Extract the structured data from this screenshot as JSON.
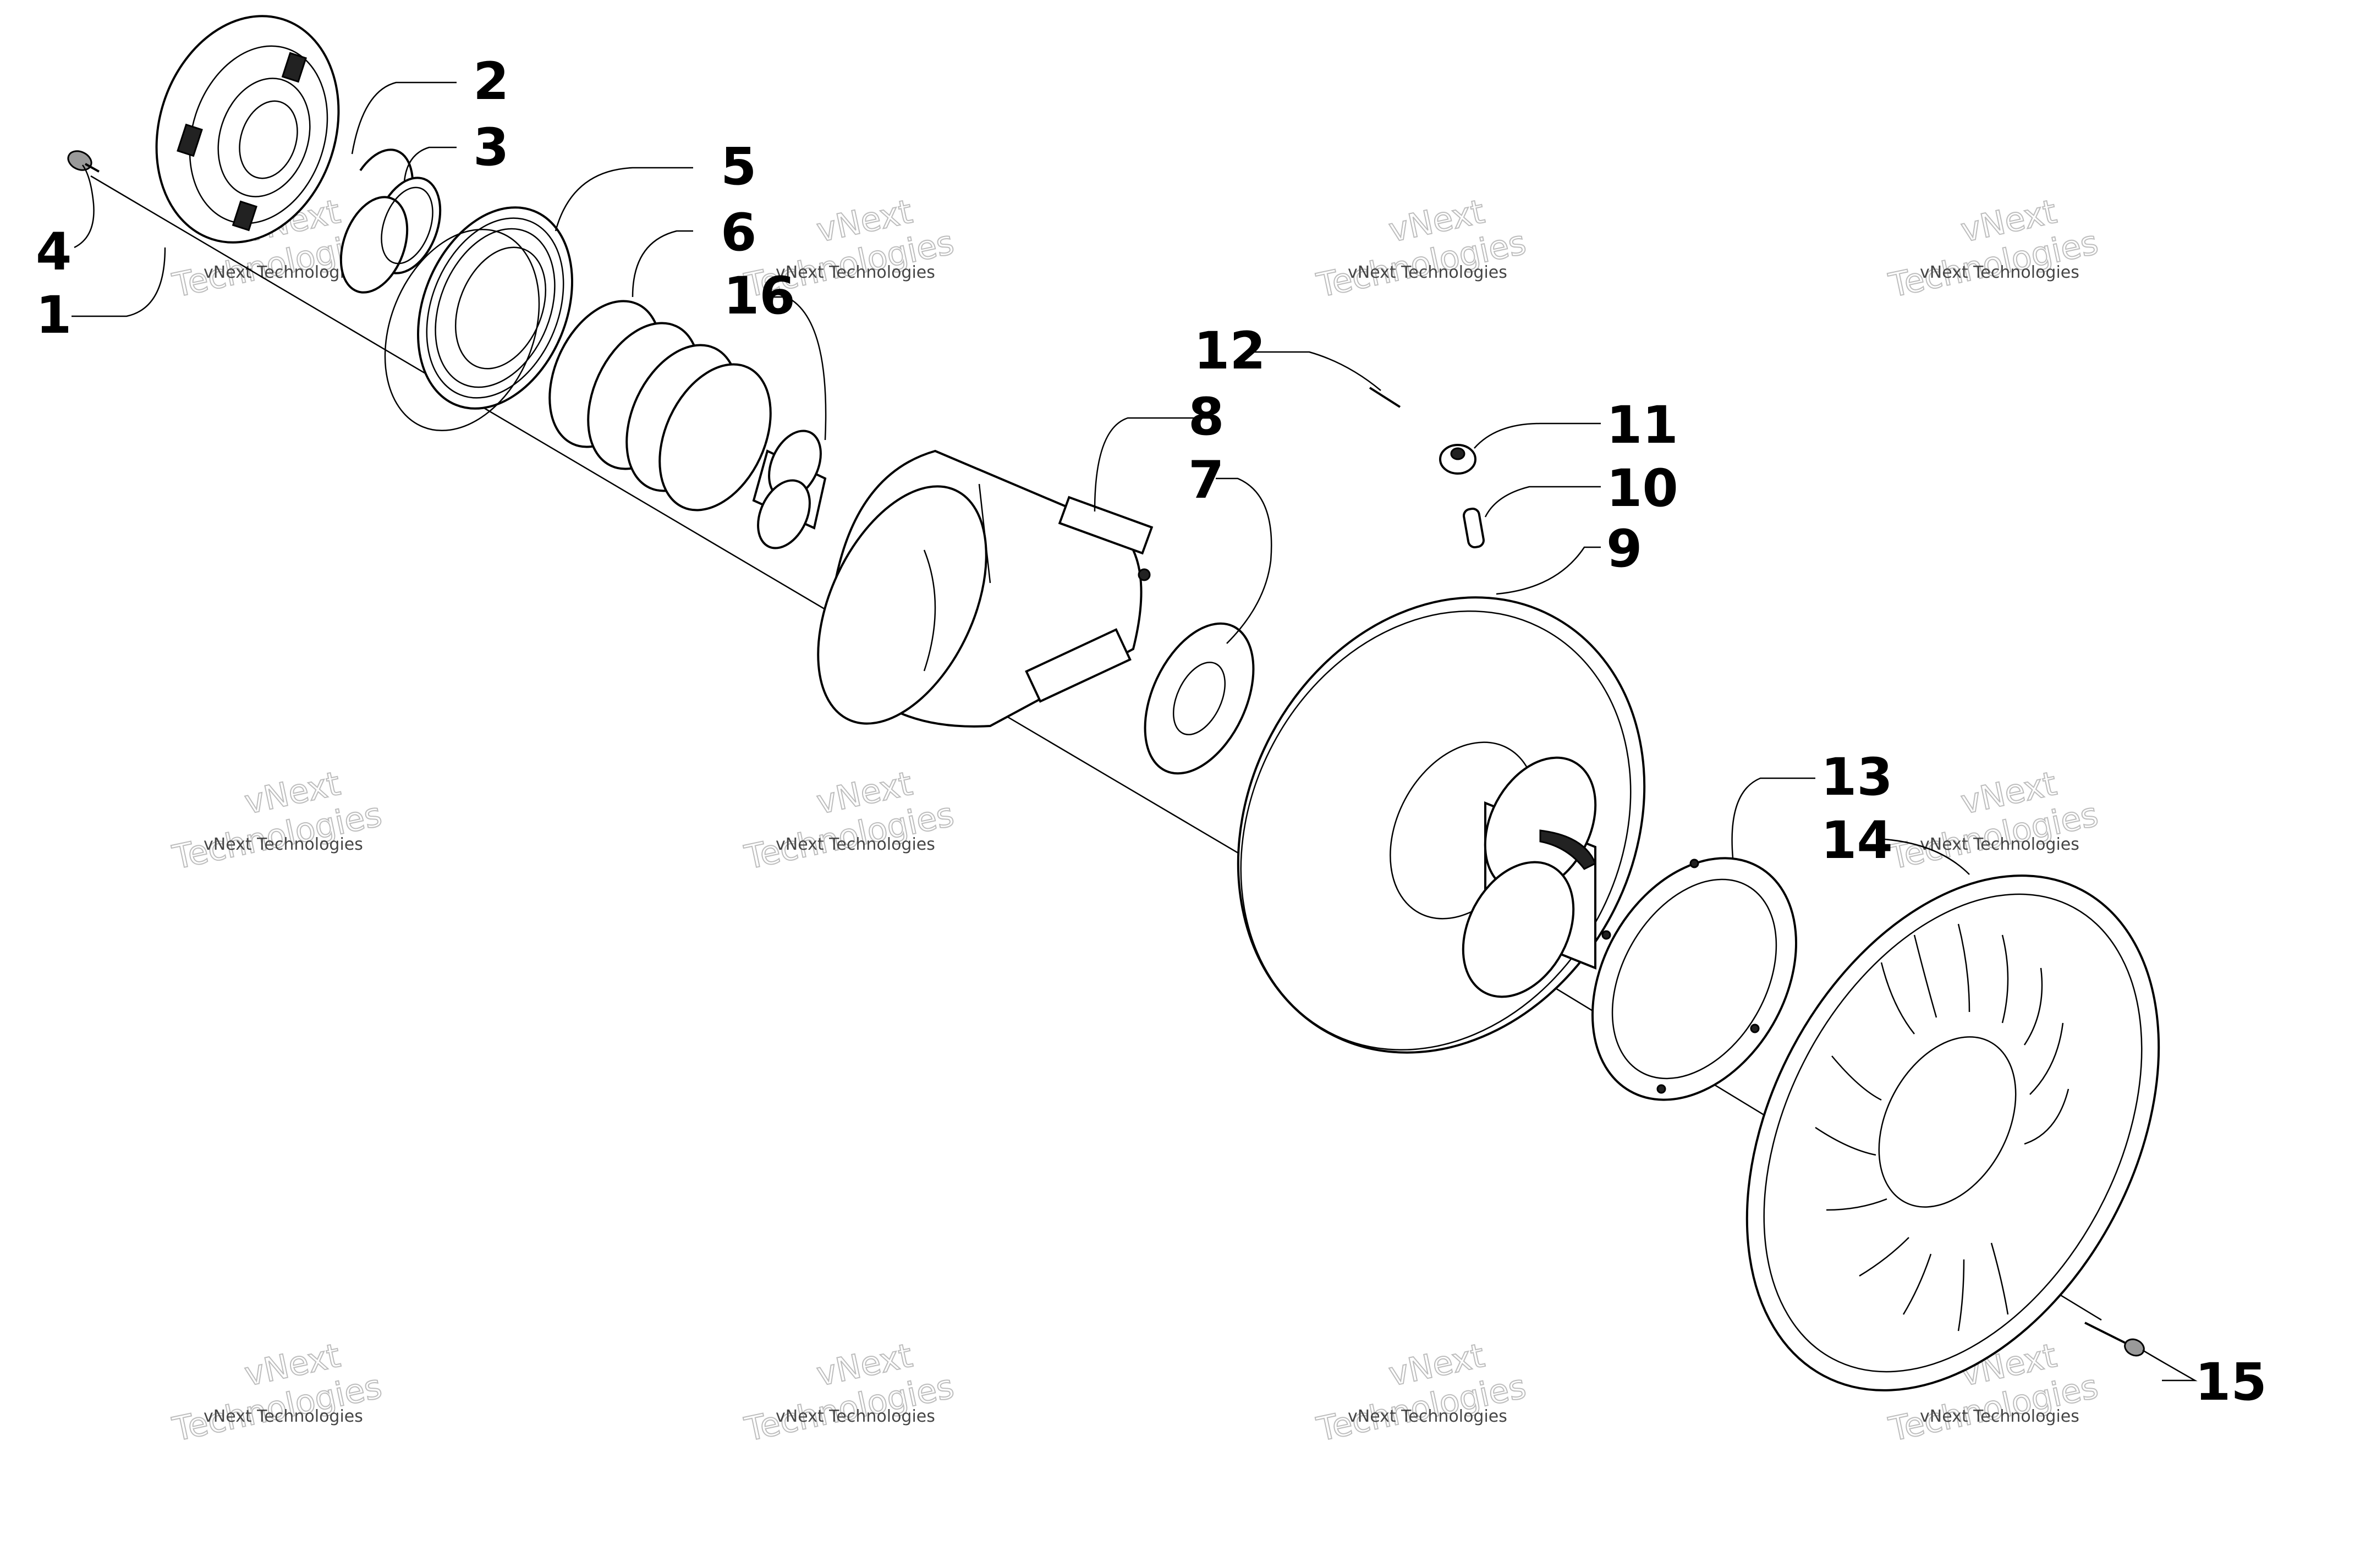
{
  "diagram": {
    "callouts": [
      {
        "id": "1",
        "text": "1"
      },
      {
        "id": "2",
        "text": "2"
      },
      {
        "id": "3",
        "text": "3"
      },
      {
        "id": "4",
        "text": "4"
      },
      {
        "id": "5",
        "text": "5"
      },
      {
        "id": "6",
        "text": "6"
      },
      {
        "id": "7",
        "text": "7"
      },
      {
        "id": "8",
        "text": "8"
      },
      {
        "id": "9",
        "text": "9"
      },
      {
        "id": "10",
        "text": "10"
      },
      {
        "id": "11",
        "text": "11"
      },
      {
        "id": "12",
        "text": "12"
      },
      {
        "id": "13",
        "text": "13"
      },
      {
        "id": "14",
        "text": "14"
      },
      {
        "id": "15",
        "text": "15"
      },
      {
        "id": "16",
        "text": "16"
      }
    ],
    "watermark": {
      "line1": "vNext Technologies",
      "big_line1": "vNext",
      "big_line2": "Technologies"
    }
  }
}
